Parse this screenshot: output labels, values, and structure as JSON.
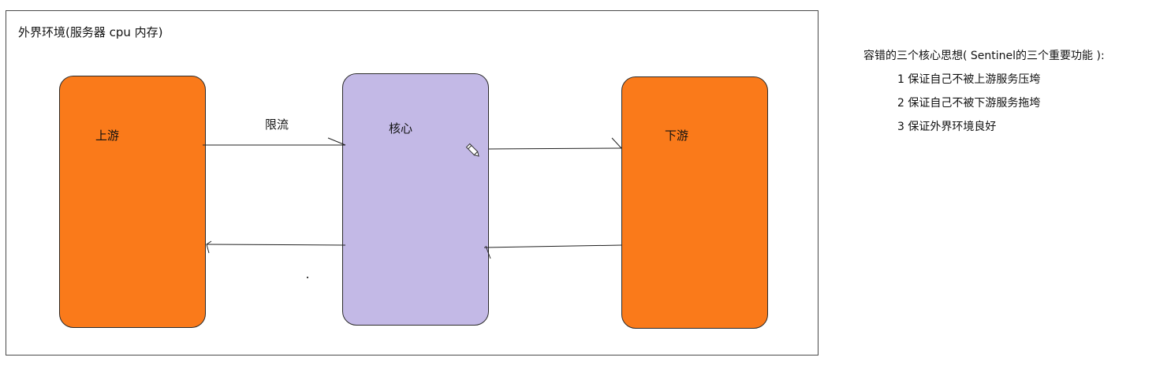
{
  "diagram": {
    "environment_label": "外界环境(服务器  cpu  内存)",
    "upstream": {
      "label": "上游",
      "color": "#FA7A1A"
    },
    "core": {
      "label": "核心",
      "color": "#C3B9E6"
    },
    "downstream": {
      "label": "下游",
      "color": "#FA7A1A"
    },
    "flow_label": "限流",
    "edit_icon": "pencil-icon"
  },
  "notes": {
    "heading": "容错的三个核心思想( Sentinel的三个重要功能 ):",
    "items": [
      "1 保证自己不被上游服务压垮",
      "2 保证自己不被下游服务拖垮",
      "3 保证外界环境良好"
    ]
  }
}
